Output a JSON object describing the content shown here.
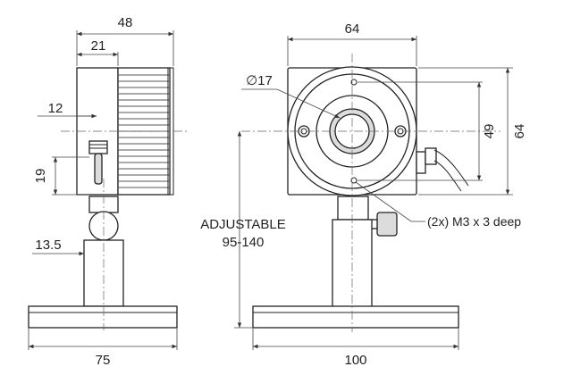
{
  "dimensions": {
    "side_total_depth": "48",
    "side_head_depth": "21",
    "side_knob_height": "12",
    "side_knob_span": "19",
    "side_post_offset": "13.5",
    "side_base_width": "75",
    "front_width": "64",
    "front_height": "64",
    "front_hole_spacing": "49",
    "aperture_diameter": "∅17",
    "front_base_width": "100"
  },
  "annotations": {
    "height_adjust_label": "ADJUSTABLE",
    "height_adjust_range": "95-140",
    "mount_holes": "(2x) M3 x 3 deep"
  },
  "colors": {
    "line": "#222222",
    "body_fill": "#dcdcdc"
  }
}
